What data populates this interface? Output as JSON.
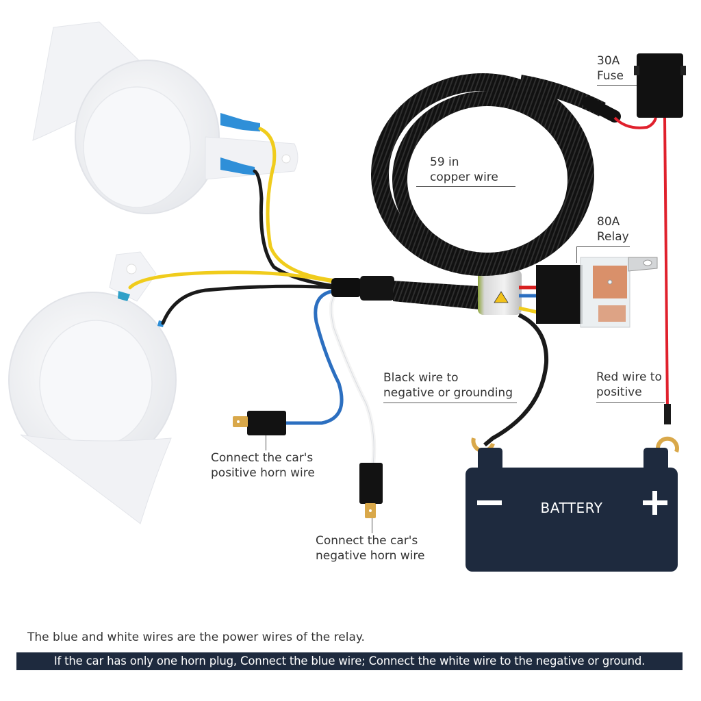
{
  "title": "Car horn wiring harness kit diagram",
  "colors": {
    "battery": "#1e2a3e",
    "wire_red": "#e0202c",
    "wire_blue": "#2c6fc0",
    "wire_yellow": "#f0cc1c",
    "wire_black": "#1a1a1a",
    "wire_white": "#f4f4f4",
    "horn_body": "#f5f6f8",
    "terminal_gold": "#d9a84a",
    "relay_copper": "#d9906a",
    "note_bar": "#1e2a3e"
  },
  "components": {
    "fuse": {
      "lines": [
        "30A",
        "Fuse"
      ]
    },
    "copper_wire": {
      "lines": [
        "59 in",
        "copper wire"
      ]
    },
    "relay": {
      "lines": [
        "80A",
        "Relay"
      ]
    },
    "black_wire": {
      "lines": [
        "Black wire to",
        "negative or grounding"
      ]
    },
    "red_wire": {
      "lines": [
        "Red wire to",
        "positive"
      ]
    },
    "positive_plug": {
      "lines": [
        "Connect the car's",
        "positive horn wire"
      ]
    },
    "negative_plug": {
      "lines": [
        "Connect the car's",
        "negative horn wire"
      ]
    },
    "battery": {
      "label": "BATTERY",
      "minus": "−",
      "plus": "+"
    },
    "horns": [
      "upper-horn",
      "lower-horn"
    ]
  },
  "notes": {
    "line1": "The blue and white wires are the power wires of the relay.",
    "line2": "If the car has only one horn plug, Connect the blue wire; Connect the white wire to the negative or ground."
  }
}
